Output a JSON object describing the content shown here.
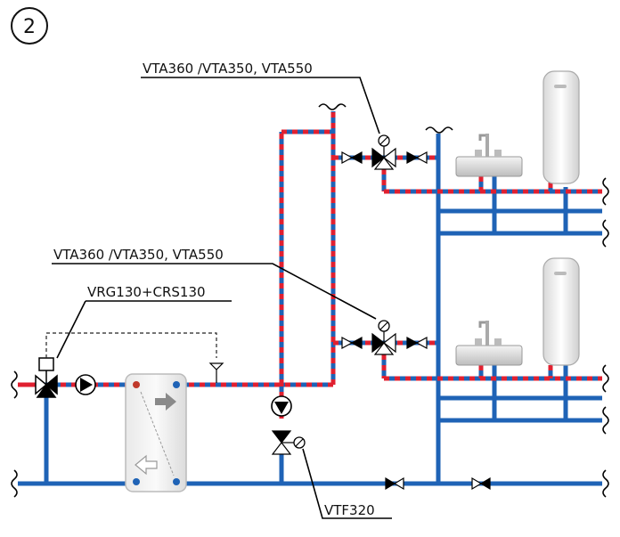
{
  "diagram": {
    "number": "2",
    "labels": {
      "valve_top": "VTA360 /VTA350, VTA550",
      "valve_mid": "VTA360 /VTA350, VTA550",
      "mixing_valve": "VRG130+CRS130",
      "bottom_valve": "VTF320"
    }
  }
}
